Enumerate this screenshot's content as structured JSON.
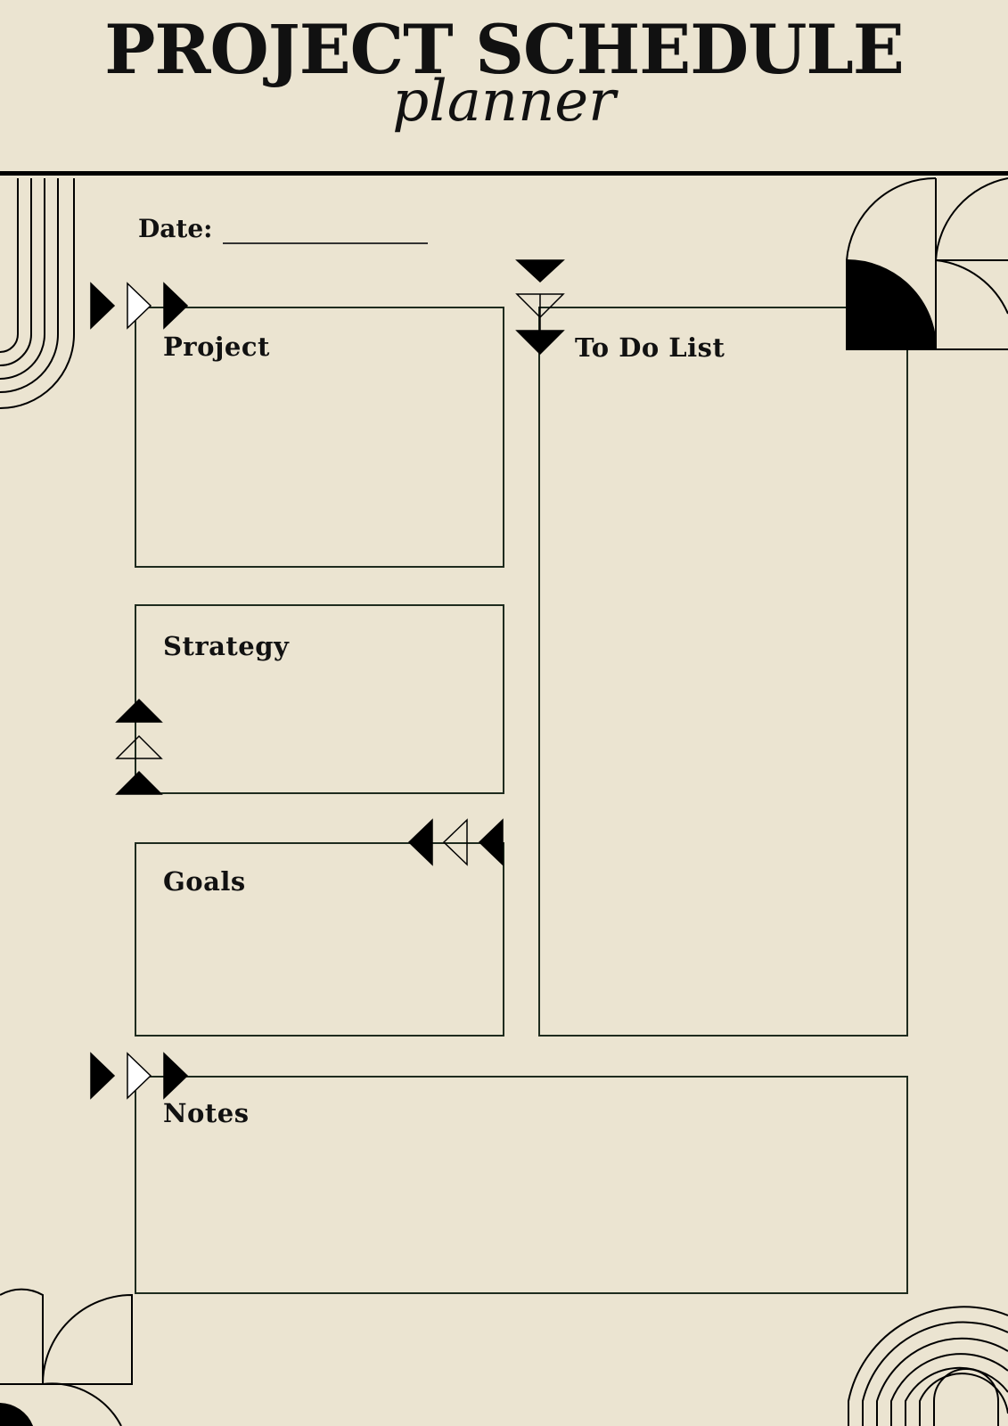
{
  "header": {
    "title": "PROJECT SCHEDULE",
    "subtitle": "planner"
  },
  "date": {
    "label": "Date:"
  },
  "sections": {
    "project": "Project",
    "todo": "To Do List",
    "strategy": "Strategy",
    "goals": "Goals",
    "notes": "Notes"
  },
  "colors": {
    "background": "#ebe4d1",
    "ink": "#000000",
    "box_border": "#1e2b1e"
  }
}
